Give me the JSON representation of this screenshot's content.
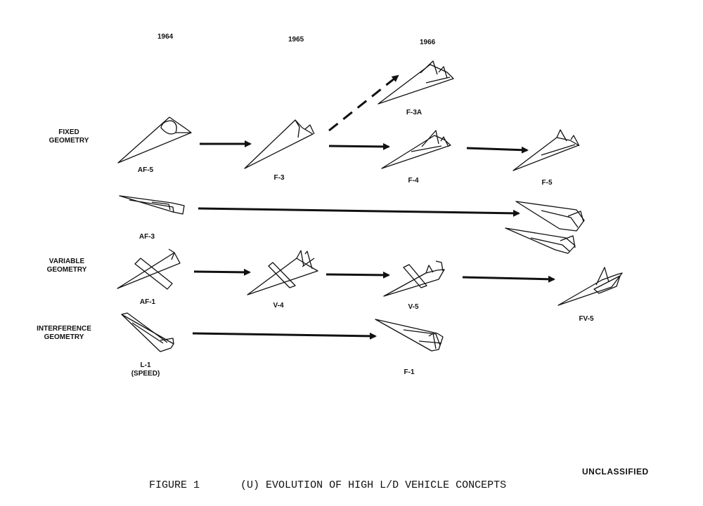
{
  "years": [
    "1964",
    "1965",
    "1966"
  ],
  "rows": {
    "fixed": [
      "FIXED",
      "GEOMETRY"
    ],
    "variable": [
      "VARIABLE",
      "GEOMETRY"
    ],
    "interference": [
      "INTERFERENCE",
      "GEOMETRY"
    ]
  },
  "vehicles": {
    "af5": "AF-5",
    "f3": "F-3",
    "f3a": "F-3A",
    "f4": "F-4",
    "f5": "F-5",
    "af3": "AF-3",
    "af1": "AF-1",
    "v4": "V-4",
    "v5": "V-5",
    "fv5": "FV-5",
    "l1": "L-1",
    "l1_sub": "(SPEED)",
    "f1": "F-1"
  },
  "caption": {
    "figure": "FIGURE 1",
    "title": "(U) EVOLUTION OF HIGH L/D VEHICLE CONCEPTS"
  },
  "classification": "UNCLASSIFIED"
}
